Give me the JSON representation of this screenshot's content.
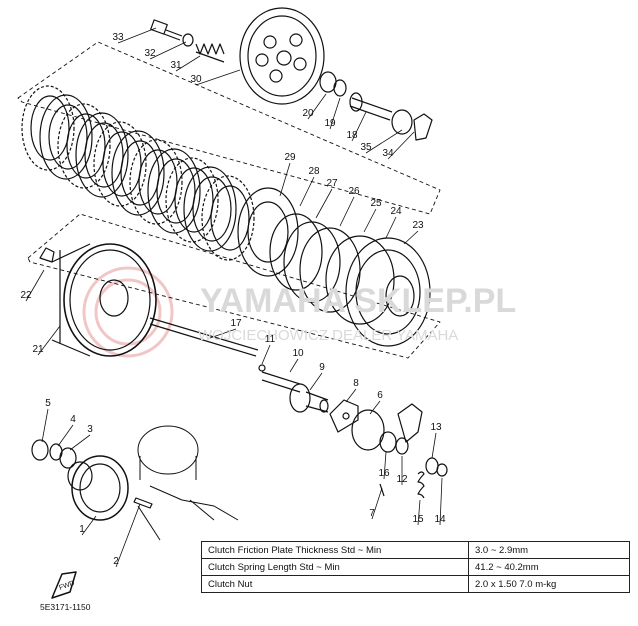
{
  "watermark": {
    "line1": "YAMAHA SKLEP.PL",
    "line2": "WOJCIECHOWICZ DEALER YAMAHA"
  },
  "callouts": [
    {
      "id": "1",
      "label": "1"
    },
    {
      "id": "2",
      "label": "2"
    },
    {
      "id": "3",
      "label": "3"
    },
    {
      "id": "4",
      "label": "4"
    },
    {
      "id": "5",
      "label": "5"
    },
    {
      "id": "6",
      "label": "6"
    },
    {
      "id": "7",
      "label": "7"
    },
    {
      "id": "8",
      "label": "8"
    },
    {
      "id": "9",
      "label": "9"
    },
    {
      "id": "10",
      "label": "10"
    },
    {
      "id": "11",
      "label": "11"
    },
    {
      "id": "12",
      "label": "12"
    },
    {
      "id": "13",
      "label": "13"
    },
    {
      "id": "14",
      "label": "14"
    },
    {
      "id": "15",
      "label": "15"
    },
    {
      "id": "16",
      "label": "16"
    },
    {
      "id": "17",
      "label": "17"
    },
    {
      "id": "18",
      "label": "18"
    },
    {
      "id": "19",
      "label": "19"
    },
    {
      "id": "20",
      "label": "20"
    },
    {
      "id": "21",
      "label": "21"
    },
    {
      "id": "22",
      "label": "22"
    },
    {
      "id": "23",
      "label": "23"
    },
    {
      "id": "24",
      "label": "24"
    },
    {
      "id": "25",
      "label": "25"
    },
    {
      "id": "26",
      "label": "26"
    },
    {
      "id": "27",
      "label": "27"
    },
    {
      "id": "28",
      "label": "28"
    },
    {
      "id": "29",
      "label": "29"
    },
    {
      "id": "30",
      "label": "30"
    },
    {
      "id": "31",
      "label": "31"
    },
    {
      "id": "32",
      "label": "32"
    },
    {
      "id": "33",
      "label": "33"
    },
    {
      "id": "34",
      "label": "34"
    },
    {
      "id": "35",
      "label": "35"
    }
  ],
  "specs": [
    {
      "label": "Clutch Friction Plate Thickness Std ~ Min",
      "value": "3.0 ~ 2.9mm"
    },
    {
      "label": "Clutch Spring Length Std ~ Min",
      "value": "41.2 ~ 40.2mm"
    },
    {
      "label": "Clutch Nut",
      "value": "2.0 x 1.50  7.0 m-kg"
    }
  ],
  "fwd_label": "FWD",
  "diagram_code": "5E3171-1150",
  "colors": {
    "ink": "#111111",
    "watermark": "#d9d9d9",
    "watermark_logo": "#f2c6c6"
  }
}
